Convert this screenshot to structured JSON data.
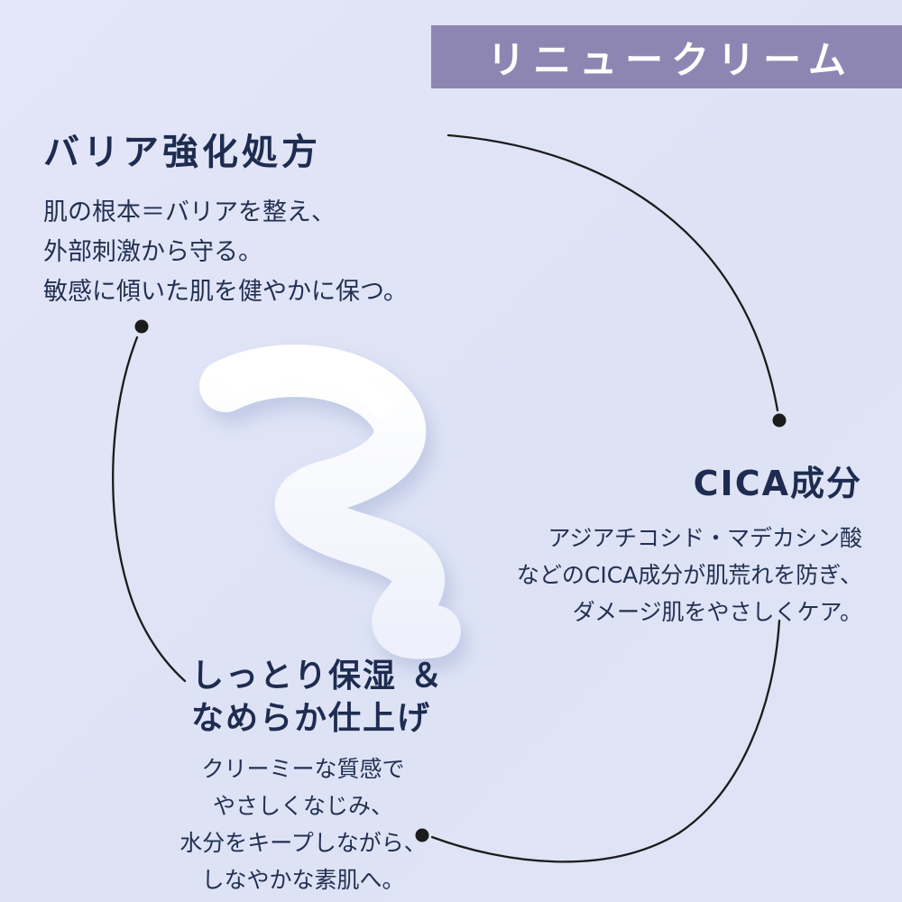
{
  "banner": {
    "label": "リニュークリーム"
  },
  "features": {
    "barrier": {
      "title": "バリア強化処方",
      "lines": [
        "肌の根本＝バリアを整え、",
        "外部刺激から守る。",
        "敏感に傾いた肌を健やかに保つ。"
      ]
    },
    "cica": {
      "title": "CICA成分",
      "lines": [
        "アジアチコシド・マデカシン酸",
        "などのCICA成分が肌荒れを防ぎ、",
        "ダメージ肌をやさしくケア。"
      ]
    },
    "moisture": {
      "title_lines": [
        "しっとり保湿 ＆",
        "なめらか仕上げ"
      ],
      "lines": [
        "クリーミーな質感で",
        "やさしくなじみ、",
        "水分をキープしながら、",
        "しなやかな素肌へ。"
      ]
    }
  },
  "colors": {
    "background": "#dee3f6",
    "banner_background": "#8e86b2",
    "banner_text": "#ffffff",
    "heading_text": "#1d2c50",
    "body_text": "#223152",
    "connector_line": "#1c1c1c",
    "cream": "#ffffff",
    "cream_shadow": "#aab6d9"
  }
}
